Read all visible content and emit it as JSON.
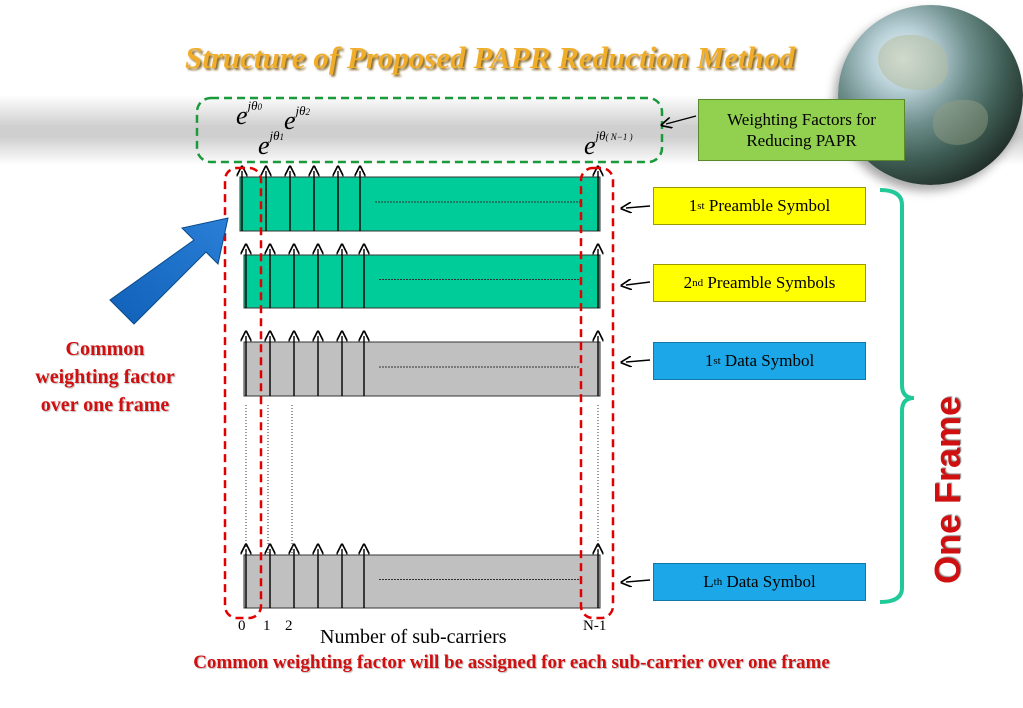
{
  "title": "Structure of Proposed PAPR Reduction Method",
  "weighting_box": {
    "line1": "Weighting Factors for",
    "line2": "Reducing PAPR"
  },
  "math_terms": [
    {
      "base": "e",
      "exp": "jθ",
      "sub": "0"
    },
    {
      "base": "e",
      "exp": "jθ",
      "sub": "1"
    },
    {
      "base": "e",
      "exp": "jθ",
      "sub": "2"
    },
    {
      "base": "e",
      "exp": "jθ",
      "sub": "( N−1 )"
    }
  ],
  "symbols": [
    {
      "prefix": "1",
      "sup": "st",
      "suffix": " Preamble Symbol",
      "color": "#00cc99",
      "label_bg": "#ffff00"
    },
    {
      "prefix": "2",
      "sup": "nd",
      "suffix": " Preamble Symbols",
      "color": "#00cc99",
      "label_bg": "#ffff00"
    },
    {
      "prefix": "1",
      "sup": "st",
      "suffix": " Data Symbol",
      "color": "#c0c0c0",
      "label_bg": "#1ca8e8"
    },
    {
      "prefix": "L",
      "sup": "th",
      "suffix": " Data Symbol",
      "color": "#c0c0c0",
      "label_bg": "#1ca8e8"
    }
  ],
  "subcarrier_indices": [
    "0",
    "1",
    "2",
    "N-1"
  ],
  "axis_label": "Number of sub-carriers",
  "one_frame_label": "One Frame",
  "common_label": {
    "line1": "Common",
    "line2": "weighting factor",
    "line3": "over one frame"
  },
  "caption": "Common weighting factor will be assigned for each sub-carrier over one frame",
  "colors": {
    "preamble": "#00cc99",
    "data": "#c0c0c0",
    "highlight_red": "#e00000",
    "bracket": "#20c997",
    "arrow_blue": "#1f6fc4",
    "dashed_green": "#1a9a3a"
  }
}
